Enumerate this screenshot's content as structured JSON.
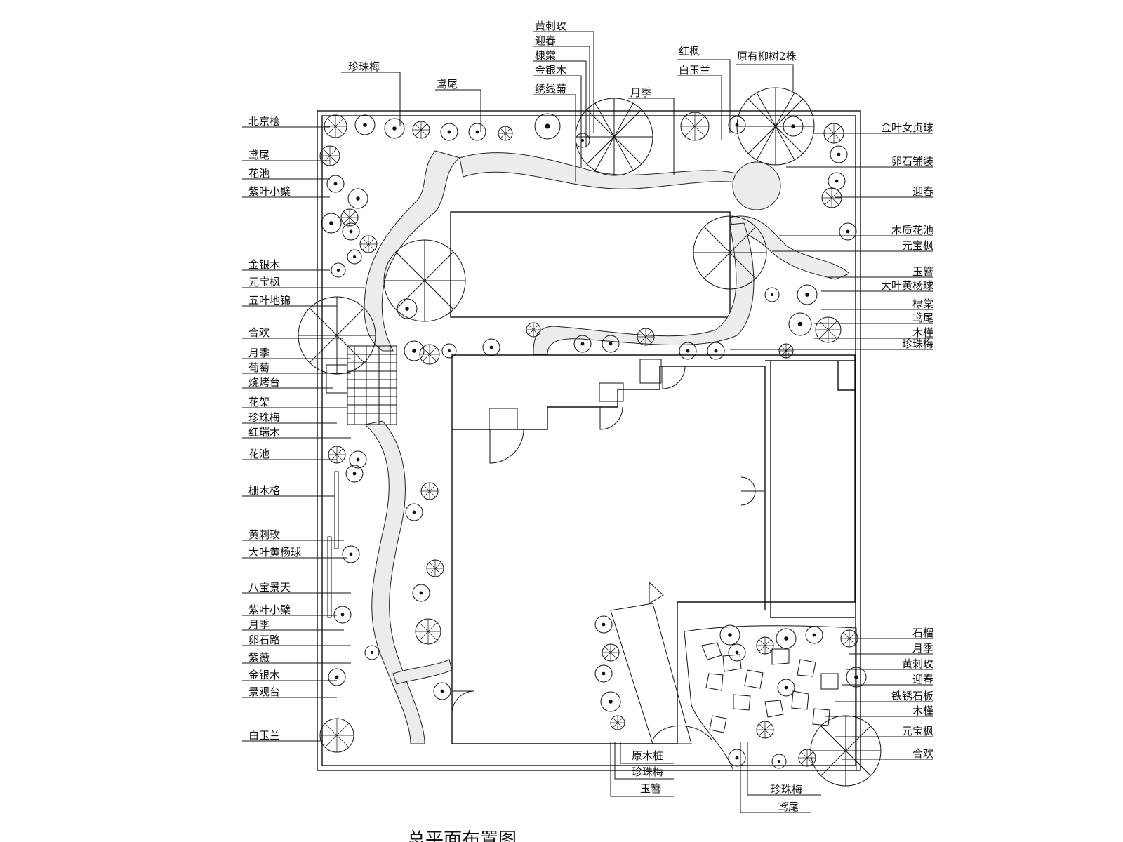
{
  "title": "总平面布置图",
  "labels": {
    "left": [
      "北京桧",
      "鸢尾",
      "花池",
      "紫叶小檗",
      "金银木",
      "元宝枫",
      "五叶地锦",
      "合欢",
      "月季",
      "葡萄",
      "烧烤台",
      "花架",
      "珍珠梅",
      "红瑞木",
      "花池",
      "栅木格",
      "黄刺玫",
      "大叶黄杨球",
      "八宝景天",
      "紫叶小檗",
      "月季",
      "卵石路",
      "紫薇",
      "金银木",
      "景观台",
      "白玉兰"
    ],
    "right": [
      "金叶女贞球",
      "卵石铺装",
      "迎春",
      "木质花池",
      "元宝枫",
      "玉簪",
      "大叶黄杨球",
      "棣棠",
      "鸢尾",
      "木槿",
      "珍珠梅",
      "石榴",
      "月季",
      "黄刺玫",
      "迎春",
      "铁锈石板",
      "木槿",
      "元宝枫",
      "合欢"
    ],
    "top": [
      "珍珠梅",
      "鸢尾",
      "黄刺玫",
      "迎春",
      "棣棠",
      "金银木",
      "绣线菊",
      "月季",
      "红枫",
      "白玉兰",
      "原有柳树2株"
    ],
    "bottom": [
      "原木桩",
      "珍珠梅",
      "玉簪",
      "珍珠梅",
      "鸢尾"
    ]
  }
}
